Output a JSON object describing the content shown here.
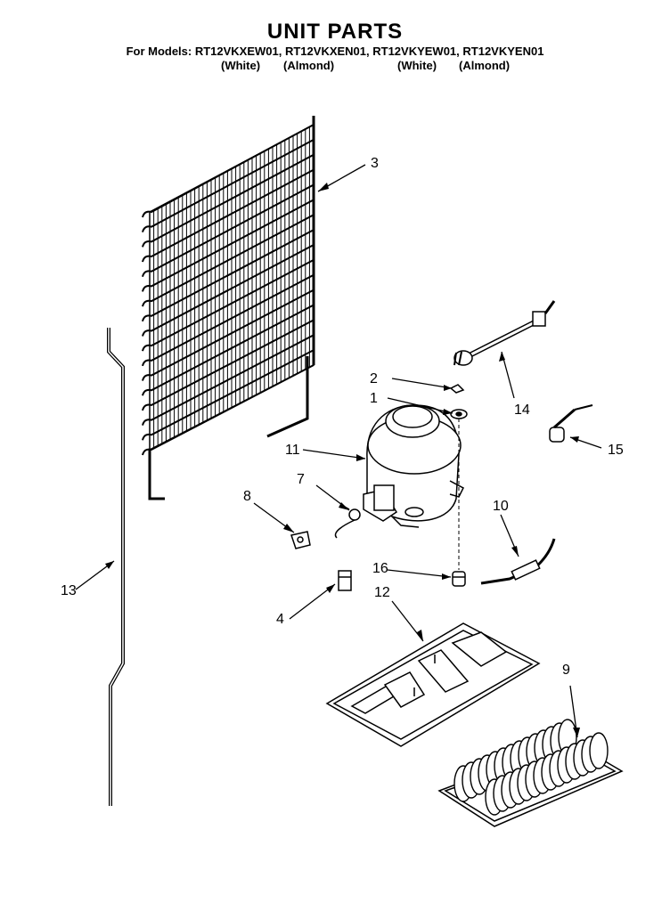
{
  "header": {
    "title": "UNIT PARTS",
    "models_line": "For Models: RT12VKXEW01, RT12VKXEN01, RT12VKYEW01, RT12VKYEN01",
    "variants": [
      "(White)",
      "(Almond)",
      "(White)",
      "(Almond)"
    ]
  },
  "callouts": {
    "c1": "1",
    "c2": "2",
    "c3": "3",
    "c4": "4",
    "c7": "7",
    "c8": "8",
    "c9": "9",
    "c10": "10",
    "c11": "11",
    "c12": "12",
    "c13": "13",
    "c14": "14",
    "c15": "15",
    "c16": "16"
  }
}
